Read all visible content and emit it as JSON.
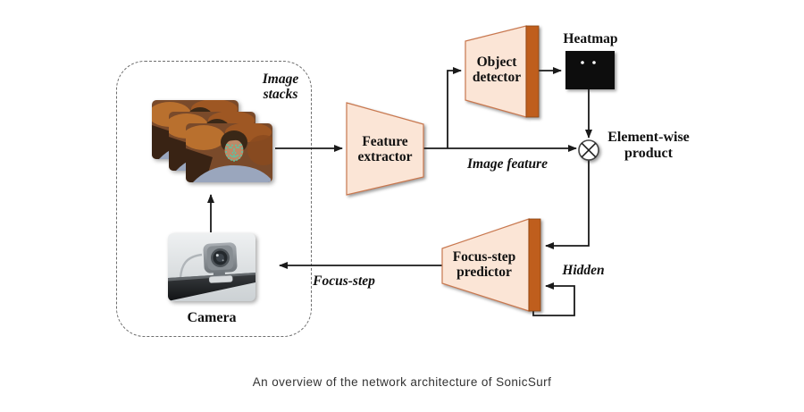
{
  "diagram": {
    "inner_box": {
      "image_stacks_label": "Image stacks",
      "camera_label": "Camera"
    },
    "nodes": {
      "feature_extractor": "Feature extractor",
      "object_detector": "Object detector",
      "focus_step_predictor": "Focus-step predictor"
    },
    "outputs": {
      "heatmap_label": "Heatmap",
      "element_wise_product_label": "Element-wise product"
    },
    "edge_labels": {
      "image_feature": "Image feature",
      "hidden": "Hidden",
      "focus_step": "Focus-step"
    }
  },
  "caption": "An overview of the network architecture of SonicSurf",
  "colors": {
    "node_fill": "#fbe5d6",
    "node_border": "#c9784f",
    "accent_bar": "#bf5e1d",
    "line": "#1a1a1a",
    "heatmap_bg": "#0d0d0d"
  }
}
